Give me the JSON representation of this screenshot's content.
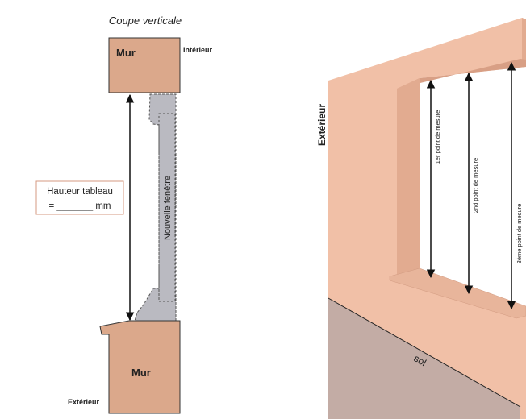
{
  "section": {
    "title": "Coupe verticale",
    "wall_top_label": "Mur",
    "wall_bottom_label": "Mur",
    "interior_label": "Intérieur",
    "exterior_label": "Extérieur",
    "window_label": "Nouvelle fenêtre",
    "measure_box": {
      "line1": "Hauteur tableau",
      "line2": "= _______ mm"
    }
  },
  "perspective": {
    "exterior_label": "Extérieur",
    "ground_label": "sol",
    "measure_points": [
      {
        "label": "1er point de mesure"
      },
      {
        "label": "2nd point de mesure"
      },
      {
        "label": "3ème point de mesure"
      }
    ]
  },
  "colors": {
    "wall_section": "#dba88b",
    "wall_face": "#f1c0a7",
    "reveal": "#e2ab90",
    "ground": "#c3aca5",
    "window": "#babac1"
  }
}
